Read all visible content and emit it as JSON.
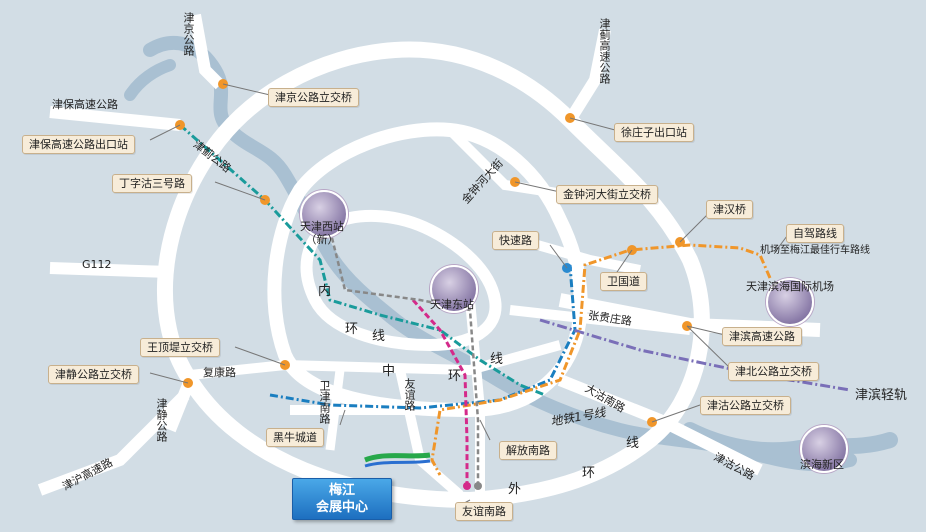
{
  "callouts": {
    "jingjing_bridge": "津京公路立交桥",
    "jinbao_exit": "津保高速公路出口站",
    "dingzigu": "丁字沽三号路",
    "xuzhuangzi": "徐庄子出口站",
    "jinzhonghe": "金钟河大街立交桥",
    "jinhan": "津汉桥",
    "zijia": "自驾路线",
    "zijia_sub": "机场至梅江最佳行车路线",
    "kuaisu": "快速路",
    "weiguo": "卫国道",
    "wangding": "王顶堤立交桥",
    "jinjing_bridge": "津静公路立交桥",
    "jinbin_hw": "津滨高速公路",
    "jinbei": "津北公路立交桥",
    "jingu_bridge": "津沽公路立交桥",
    "heiniucheng": "黑牛城道",
    "jiefangnan": "解放南路",
    "youyinan": "友谊南路"
  },
  "labels": {
    "jingjing_road": "津京公路",
    "jinji_hw": "津蓟高速公路",
    "jinbao_hw": "津保高速公路",
    "g112": "G112",
    "jinjing_road": "津静公路",
    "jinhu_hw": "津沪高速路",
    "jinbin_lrt": "津滨轻轨",
    "jingu_road": "津沽公路",
    "zhangguizhuang": "张贵庄路",
    "dagunan": "大沽南路",
    "fukang": "复康路",
    "weijin": "卫津南路",
    "youyi": "友谊路",
    "jingu_st": "金钟河大街",
    "jinjing_v": "津蓟公路",
    "inner_ring_1": "内",
    "inner_ring_2": "环",
    "inner_ring_3": "线",
    "mid_ring_1": "中",
    "mid_ring_2": "环",
    "mid_ring_3": "线",
    "outer_ring_1": "外",
    "outer_ring_2": "环",
    "outer_ring_3": "线",
    "metro1": "地铁1号线"
  },
  "stations": {
    "west": "天津西站",
    "west_sub": "（新）",
    "east": "天津东站",
    "airport": "天津滨海国际机场",
    "binhai": "滨海新区"
  },
  "destination": {
    "line1": "梅江",
    "line2": "会展中心"
  },
  "colors": {
    "water": "#a9c0d2",
    "road": "#ffffff",
    "background": "#d2dde5",
    "route_orange": "#f0962a",
    "metro_teal": "#1a9b9b",
    "lrt_purple": "#7a6fb8",
    "magenta": "#d42a8a",
    "node": "#f0962a"
  }
}
